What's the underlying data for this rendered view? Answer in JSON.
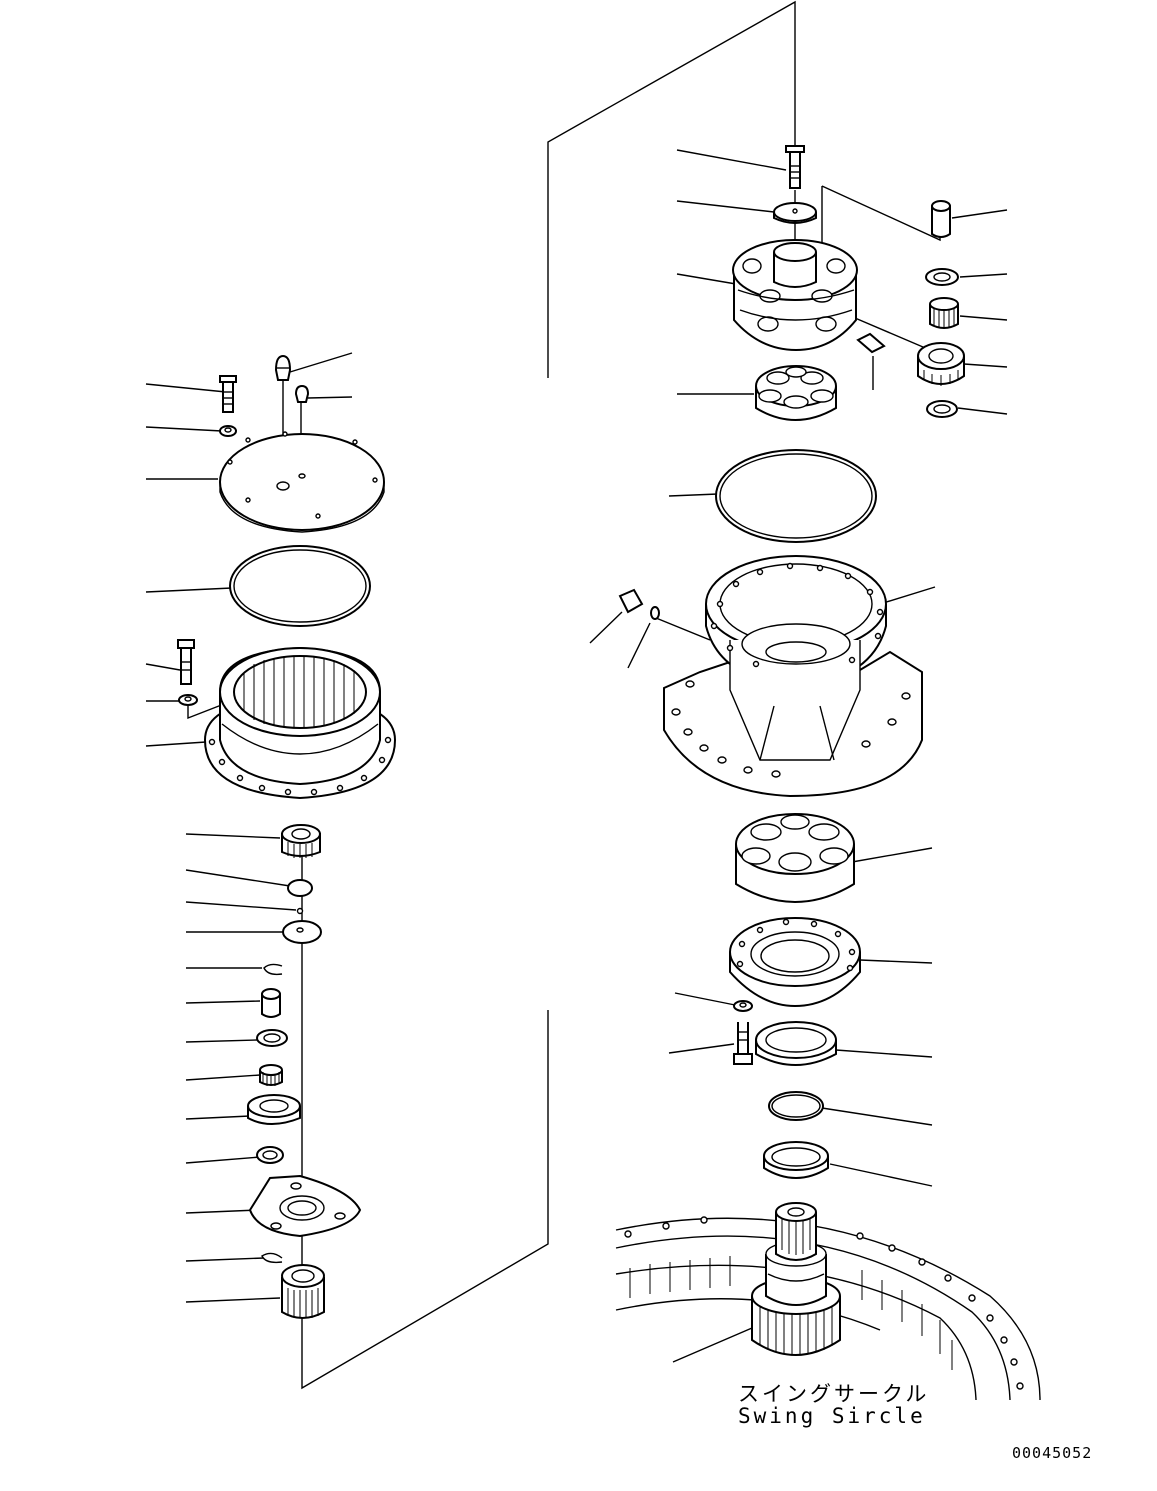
{
  "diagram": {
    "swing_circle_label_jp": "スイングサークル",
    "swing_circle_label_en": "Swing Sircle",
    "drawing_number": "00045052"
  }
}
